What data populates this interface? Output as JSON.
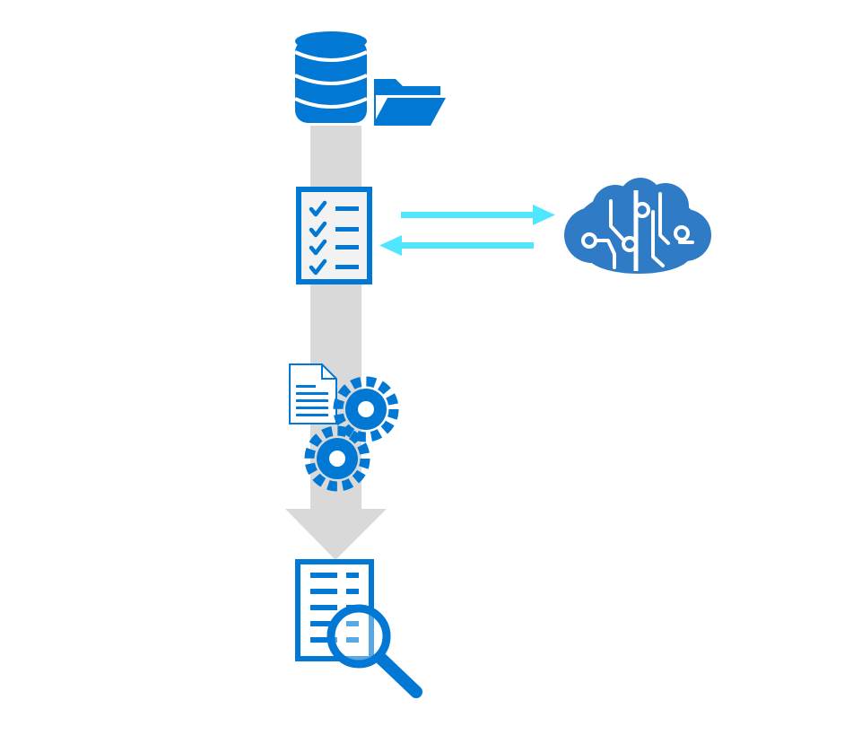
{
  "diagram": {
    "colors": {
      "icon_blue": "#0078d4",
      "brain_blue": "#2f7bc5",
      "flow_gray": "#d9d9d9",
      "arrow_cyan": "#50e6ff",
      "page_fill": "#f2f2f2",
      "white": "#ffffff"
    },
    "nodes": [
      {
        "id": "data-source",
        "icons": [
          "database-icon",
          "folder-icon"
        ]
      },
      {
        "id": "skillset",
        "icons": [
          "checklist-icon"
        ]
      },
      {
        "id": "ai-service",
        "icons": [
          "brain-circuit-icon"
        ]
      },
      {
        "id": "processing",
        "icons": [
          "document-icon",
          "gear-icon",
          "gear-icon"
        ]
      },
      {
        "id": "search-index",
        "icons": [
          "search-document-icon",
          "magnifier-icon"
        ]
      }
    ],
    "connections": [
      {
        "from": "data-source",
        "to": "search-index",
        "kind": "pipeline-arrow"
      },
      {
        "from": "skillset",
        "to": "ai-service",
        "kind": "arrow"
      },
      {
        "from": "ai-service",
        "to": "skillset",
        "kind": "arrow"
      }
    ]
  }
}
